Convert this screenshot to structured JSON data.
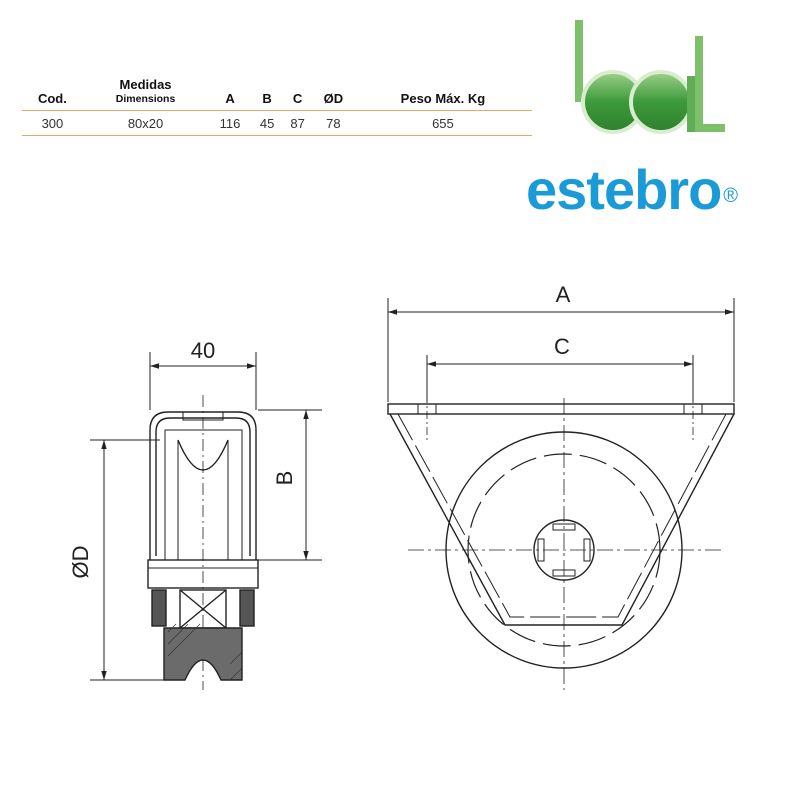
{
  "table": {
    "headers": [
      {
        "label": "Cod.",
        "sub": ""
      },
      {
        "label": "Medidas",
        "sub": "Dimensions"
      },
      {
        "label": "A",
        "sub": ""
      },
      {
        "label": "B",
        "sub": ""
      },
      {
        "label": "C",
        "sub": ""
      },
      {
        "label": "ØD",
        "sub": ""
      },
      {
        "label": "Peso Máx. Kg",
        "sub": ""
      }
    ],
    "rows": [
      [
        "300",
        "80x20",
        "116",
        "45",
        "87",
        "78",
        "655"
      ]
    ]
  },
  "brand": {
    "name": "estebro",
    "registered": "®",
    "logo_letters": "bal",
    "colors": {
      "brand_blue": "#1a9ad6",
      "logo_green": "#3c9a3a",
      "logo_light_green": "#7cc06a"
    }
  },
  "drawing": {
    "side_view": {
      "width_label": "40",
      "height_label": "B",
      "diameter_label": "ØD"
    },
    "front_view": {
      "outer_label": "A",
      "inner_label": "C"
    }
  }
}
